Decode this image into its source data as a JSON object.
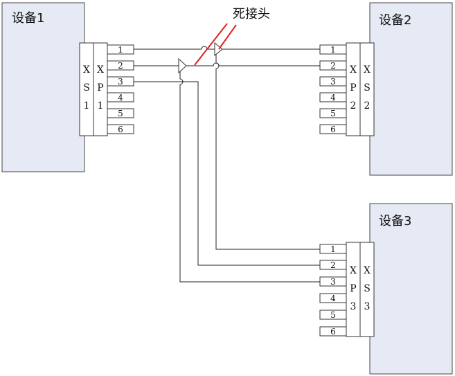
{
  "devices": {
    "d1": {
      "label": "设备1"
    },
    "d2": {
      "label": "设备2"
    },
    "d3": {
      "label": "设备3"
    }
  },
  "connectors": {
    "xs1": {
      "chars": [
        "X",
        "S",
        "1"
      ]
    },
    "xp1": {
      "chars": [
        "X",
        "P",
        "1"
      ]
    },
    "xp2": {
      "chars": [
        "X",
        "P",
        "2"
      ]
    },
    "xs2": {
      "chars": [
        "X",
        "S",
        "2"
      ]
    },
    "xp3": {
      "chars": [
        "X",
        "P",
        "3"
      ]
    },
    "xs3": {
      "chars": [
        "X",
        "S",
        "3"
      ]
    }
  },
  "pins": [
    "1",
    "2",
    "3",
    "4",
    "5",
    "6"
  ],
  "annotation": {
    "label": "死接头",
    "color": "#e02020"
  }
}
